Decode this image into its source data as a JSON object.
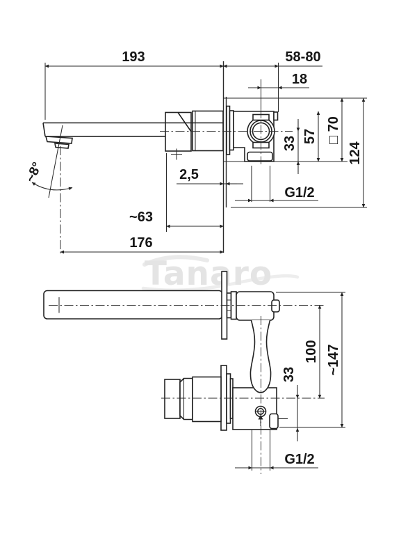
{
  "watermark": "Tanaro",
  "front_view": {
    "spout_length": "193",
    "wall_depth_range": "58-80",
    "cartridge_offset": "18",
    "center_to_bottom": "33",
    "body_height": "57",
    "box_size": "□ 70",
    "total_height": "124",
    "thread": "G1/2",
    "plate_gap": "2,5",
    "spout_base_depth": "~63",
    "outlet_depth": "176",
    "spout_angle": "~8°"
  },
  "top_view": {
    "axis_spacing": "100",
    "total_depth": "~147",
    "center_to_bottom": "33",
    "thread": "G1/2"
  }
}
